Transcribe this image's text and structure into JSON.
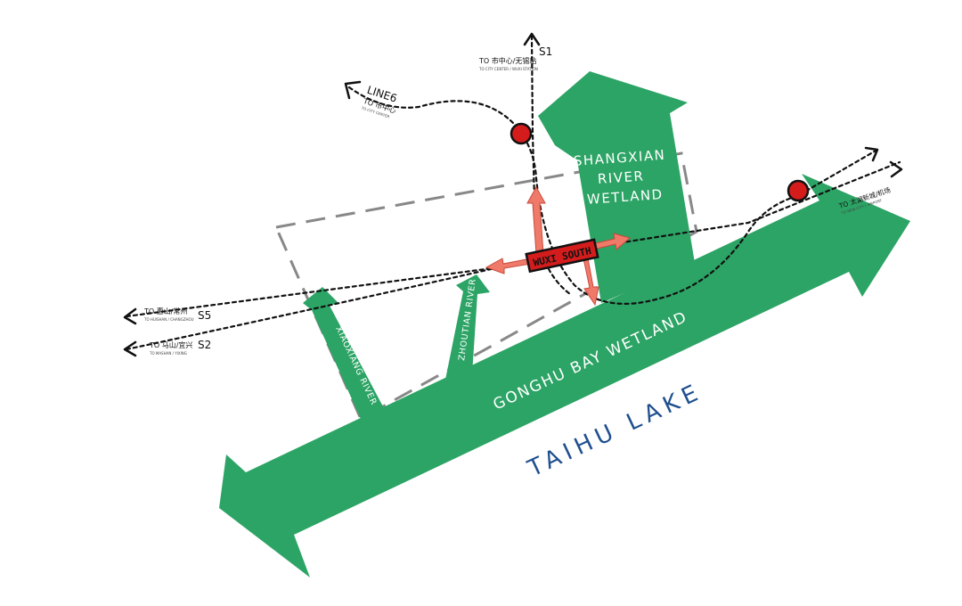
{
  "colors": {
    "wetland_green": "#2ca465",
    "water_blue": "#1f4f8f",
    "station_red": "#d41c1c",
    "arrow_salmon": "#f07a6a",
    "boundary_gray": "#888888"
  },
  "lake_label": "TAIHU LAKE",
  "wetlands": {
    "gonghu": "GONGHU BAY WETLAND",
    "shangxian": [
      "SHANGXIAN",
      "RIVER",
      "WETLAND"
    ]
  },
  "rivers": {
    "xiaoxiang": "XIAOXIANG RIVER",
    "zhoutian": "ZHOUTIAN RIVER"
  },
  "station": {
    "name": "WUXI SOUTH"
  },
  "routes": {
    "s1": {
      "code": "S1",
      "label": "TO 市中心/无锡站",
      "sublabel": "TO CITY CENTER / WUXI STATION"
    },
    "line6": {
      "code": "LINE6",
      "label": "TO 市中心",
      "sublabel": "TO CITY CENTER"
    },
    "east": {
      "label": "TO 太湖新城/机场",
      "sublabel": "TO NEW CITY / AIRPORT"
    },
    "s5": {
      "code": "S5",
      "label": "TO 惠山/常州",
      "sublabel": "TO HUISHAN / CHANGZHOU"
    },
    "s2": {
      "code": "S2",
      "label": "TO 马山/宜兴",
      "sublabel": "TO MASHAN / YIXING"
    }
  },
  "icons": {
    "stations": "station-circle-icon",
    "route_end": "open-arrow-icon"
  }
}
